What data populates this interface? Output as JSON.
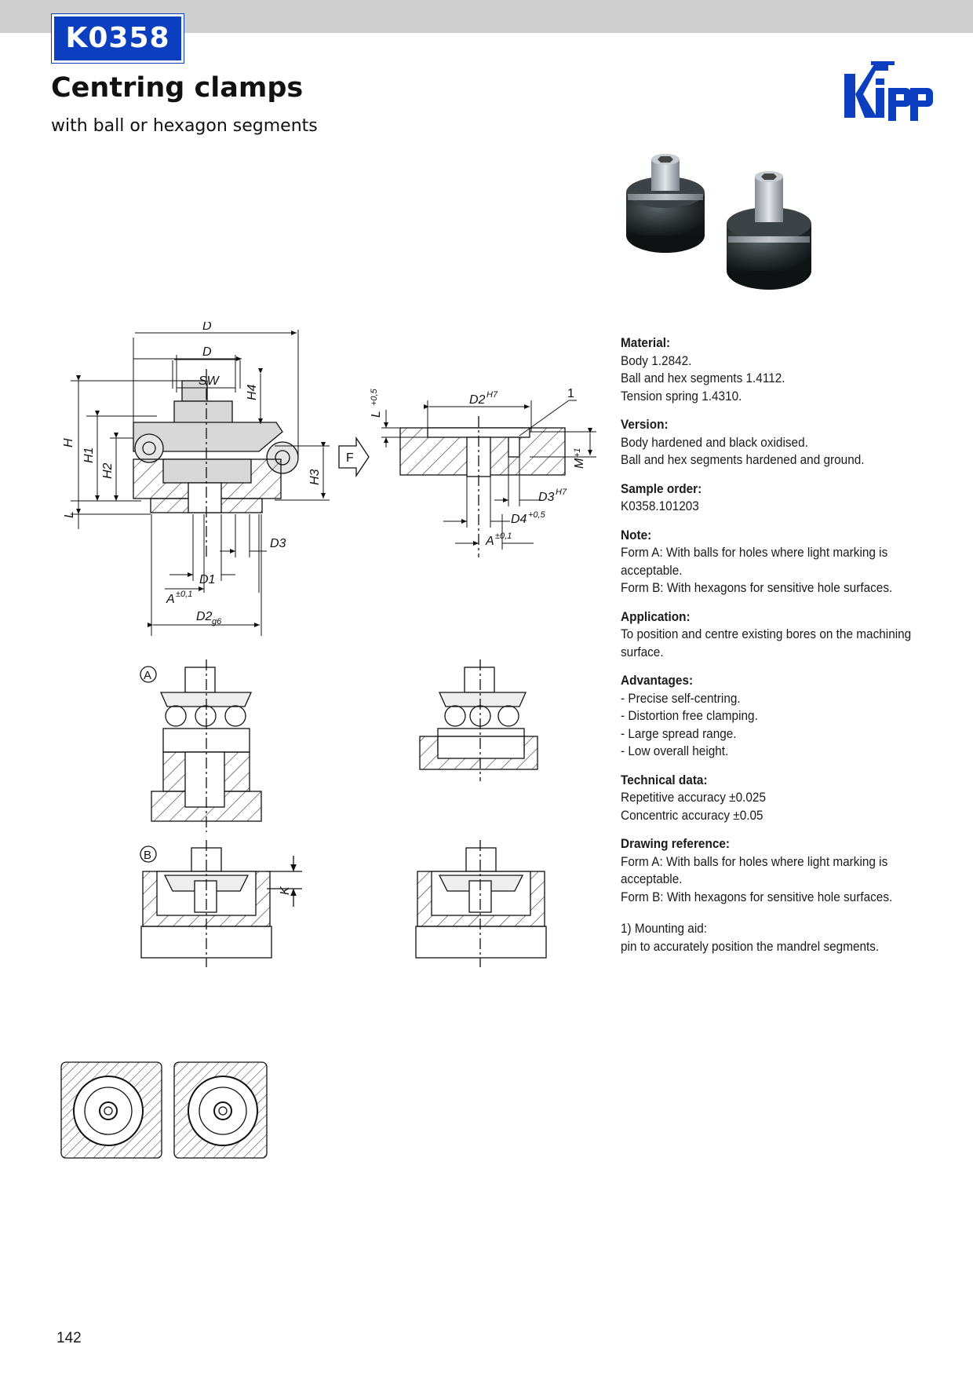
{
  "header": {
    "product_code": "K0358",
    "title": "Centring clamps",
    "subtitle": "with ball or hexagon segments",
    "brand_color": "#0b3fc0"
  },
  "drawing_labels": {
    "D_outer": "D",
    "D_inner": "D",
    "SW": "SW",
    "H": "H",
    "H1": "H1",
    "H2": "H2",
    "H3": "H3",
    "H4": "H4",
    "L": "L",
    "D1": "D1",
    "D2g6": "D2",
    "g6": "g6",
    "D3": "D3",
    "A": "A",
    "tol01": "±0,1",
    "F": "F",
    "L_plus": "L",
    "tol05": "+0,5",
    "D2H7": "D2",
    "H7": "H7",
    "ref1": "1",
    "D3H7": "D3",
    "D4": "D4",
    "M": "M",
    "plus1": "+1",
    "formA": "A",
    "formB": "B",
    "K": "K"
  },
  "info": {
    "material": {
      "heading": "Material:",
      "lines": [
        "Body 1.2842.",
        "Ball and hex segments 1.4112.",
        "Tension spring 1.4310."
      ]
    },
    "version": {
      "heading": "Version:",
      "lines": [
        "Body hardened and black oxidised.",
        "Ball and hex segments hardened and ground."
      ]
    },
    "sample_order": {
      "heading": "Sample order:",
      "lines": [
        "K0358.101203"
      ]
    },
    "note": {
      "heading": "Note:",
      "lines": [
        "Form A: With balls for holes where light marking is",
        "acceptable.",
        "Form B: With hexagons for sensitive hole surfaces."
      ]
    },
    "application": {
      "heading": "Application:",
      "lines": [
        "To position and centre existing bores on the machining",
        "surface."
      ]
    },
    "advantages": {
      "heading": "Advantages:",
      "lines": [
        "- Precise self-centring.",
        "- Distortion free clamping.",
        "- Large spread range.",
        "- Low overall height."
      ]
    },
    "technical_data": {
      "heading": "Technical data:",
      "lines": [
        "Repetitive accuracy ±0.025",
        "Concentric accuracy ±0.05"
      ]
    },
    "drawing_reference": {
      "heading": "Drawing reference:",
      "lines": [
        "Form A: With balls for holes where light marking is",
        "acceptable.",
        "Form B: With hexagons for sensitive hole surfaces."
      ]
    },
    "footnote": [
      "1) Mounting aid:",
      "pin to accurately position the mandrel segments."
    ]
  },
  "page_number": "142"
}
